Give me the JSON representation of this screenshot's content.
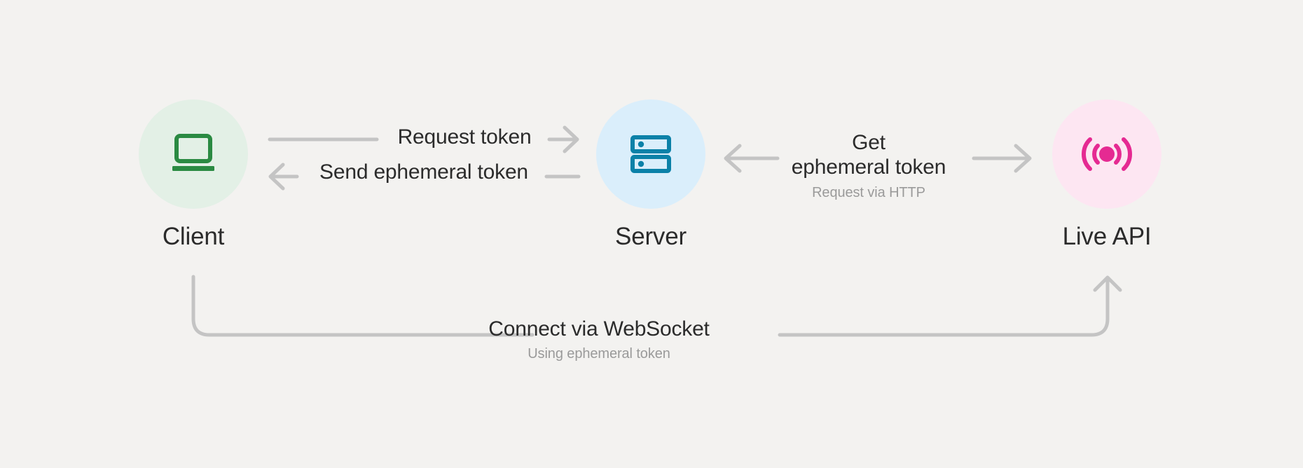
{
  "diagram": {
    "title": "Ephemeral token flow between Client, Server and Live API",
    "background_color": "#f3f2f0",
    "nodes": [
      {
        "id": "client",
        "label": "Client",
        "icon": "laptop-icon",
        "icon_color": "#2a8a42",
        "circle_color": "#e3f0e6"
      },
      {
        "id": "server",
        "label": "Server",
        "icon": "server-icon",
        "icon_color": "#0b81a8",
        "circle_color": "#daeefb"
      },
      {
        "id": "live-api",
        "label": "Live API",
        "icon": "broadcast-icon",
        "icon_color": "#e52a92",
        "circle_color": "#fde6f2"
      }
    ],
    "edges": [
      {
        "id": "request-token",
        "label": "Request token",
        "sublabel": "",
        "from": "client",
        "to": "server",
        "direction": "right",
        "line_color": "#c4c4c4"
      },
      {
        "id": "send-ephemeral-token",
        "label": "Send ephemeral token",
        "sublabel": "",
        "from": "server",
        "to": "client",
        "direction": "left",
        "line_color": "#c4c4c4"
      },
      {
        "id": "get-ephemeral-token",
        "label_line_1": "Get",
        "label_line_2": "ephemeral token",
        "sublabel": "Request via HTTP",
        "from": "server",
        "to": "live-api",
        "direction": "both",
        "line_color": "#c4c4c4"
      },
      {
        "id": "connect-websocket",
        "label": "Connect via WebSocket",
        "sublabel": "Using ephemeral token",
        "from": "client",
        "to": "live-api",
        "direction": "right",
        "line_color": "#c4c4c4"
      }
    ]
  }
}
